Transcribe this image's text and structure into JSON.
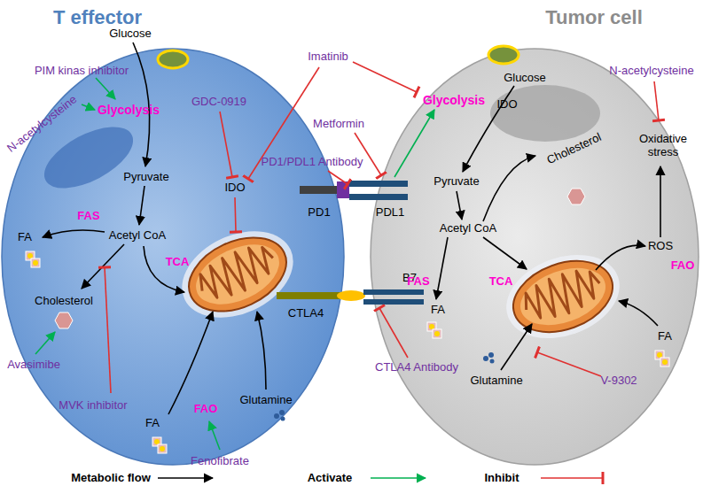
{
  "diagram": {
    "nodes": [
      {
        "text": [
          "T effector"
        ]
      },
      {
        "text": [
          "Tumor cell"
        ]
      }
    ],
    "labels": [
      "PIM kinas inhibitor",
      "N-acetylcysteine",
      "Glucose",
      "Glycolysis",
      "Pyruvate",
      "FAS",
      "FA",
      "Acetyl CoA",
      "TCA",
      "Cholesterol",
      "Avasimibe",
      "MVK inhibitor",
      "FAO",
      "FA",
      "Fenofibrate",
      "Glutamine",
      "GDC-0919",
      "IDO",
      "Imatinib",
      "Metformin",
      "PD1/PDL1 Antibody",
      "PD1",
      "PDL1",
      "CTLA4",
      "B7",
      "CTLA4 Antibody",
      "Glucose",
      "Glycolysis",
      "IDO",
      "N-acetylcysteine",
      "Oxidative stress",
      "Pyruvate",
      "Cholesterol",
      "Acetyl CoA",
      "FAS",
      "TCA",
      "FA",
      "ROS",
      "FAO",
      "FA",
      "Glutamine",
      "V-9302"
    ],
    "legend": [
      {
        "text": "Metabolic flow"
      },
      {
        "text": "Activate"
      },
      {
        "text": "Inhibit"
      }
    ]
  }
}
